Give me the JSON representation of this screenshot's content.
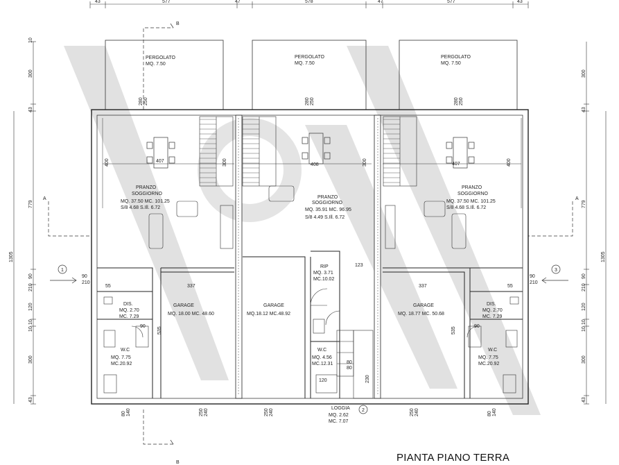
{
  "title": "PIANTA PIANO TERRA",
  "top_dimensions": [
    "43",
    "577",
    "47",
    "578",
    "47",
    "577",
    "43"
  ],
  "left_dimensions": [
    "10",
    "300",
    "43",
    "779",
    "90",
    "210",
    "10",
    "120",
    "10",
    "300",
    "43",
    "1305"
  ],
  "right_dimensions": [
    "300",
    "43",
    "779",
    "90",
    "210",
    "10",
    "120",
    "10",
    "300",
    "43",
    "1305"
  ],
  "section_markers": [
    "B",
    "A",
    "1",
    "2",
    "3"
  ],
  "pergolati": [
    {
      "name": "PERGOLATO",
      "area": "MQ.  7.50"
    },
    {
      "name": "PERGOLATO",
      "area": "MQ.  7.50"
    },
    {
      "name": "PERGOLATO",
      "area": "MQ.  7.50"
    }
  ],
  "window_dims": [
    "280",
    "250",
    "280",
    "250",
    "280",
    "250"
  ],
  "table_dims": [
    "407",
    "408",
    "407"
  ],
  "wall_dims": [
    "400",
    "300",
    "300",
    "400"
  ],
  "soggiorno": [
    {
      "name": "PRANZO",
      "name2": "SOGGIORNO",
      "line1": "MQ. 37.50 MC. 101.25",
      "line2": "S/8 4.68 S.Ill. 6.72"
    },
    {
      "name": "PRANZO",
      "name2": "SOGGIORNO",
      "line1": "MQ. 35.91 MC. 96.95",
      "line2": "S/8 4.49 S.Ill. 6.72"
    },
    {
      "name": "PRANZO",
      "name2": "SOGGIORNO",
      "line1": "MQ. 37.50 MC. 101.25",
      "line2": "S/8 4.68 S.Ill. 6.72"
    }
  ],
  "garages": [
    {
      "name": "GARAGE",
      "line1": "MQ. 18.00 MC. 48.60"
    },
    {
      "name": "GARAGE",
      "line1": "MQ.18.12 MC.48.92"
    },
    {
      "name": "GARAGE",
      "line1": "MQ. 18.77 MC. 50.68"
    }
  ],
  "garage_dims": [
    "337",
    "337",
    "535",
    "535"
  ],
  "ripostiglio": {
    "name": "RIP",
    "line1": "MQ.  3.71",
    "line2": "MC.10.02",
    "dim": "123"
  },
  "disimpegni": [
    {
      "name": "DIS.",
      "line1": "MQ. 2.70",
      "line2": "MC. 7.29"
    },
    {
      "name": "DIS.",
      "line1": "MQ. 2.70",
      "line2": "MC. 7.29"
    }
  ],
  "wc": [
    {
      "name": "W.C",
      "line1": "MQ. 7.75",
      "line2": "MC.20.92"
    },
    {
      "name": "W.C",
      "line1": "MQ. 4.56",
      "line2": "MC.12.31"
    },
    {
      "name": "W.C",
      "line1": "MQ. 7.75",
      "line2": "MC.20.92"
    }
  ],
  "small_dims": [
    "55",
    "55",
    "90",
    "90",
    "90",
    "90",
    "80",
    "80",
    "120",
    "230",
    "210"
  ],
  "loggia": {
    "name": "LOGGIA",
    "line1": "MQ.  2.62",
    "line2": "MC.  7.07"
  },
  "bottom_dims": [
    "80",
    "140",
    "250",
    "240",
    "250",
    "240",
    "250",
    "240",
    "80",
    "140"
  ]
}
